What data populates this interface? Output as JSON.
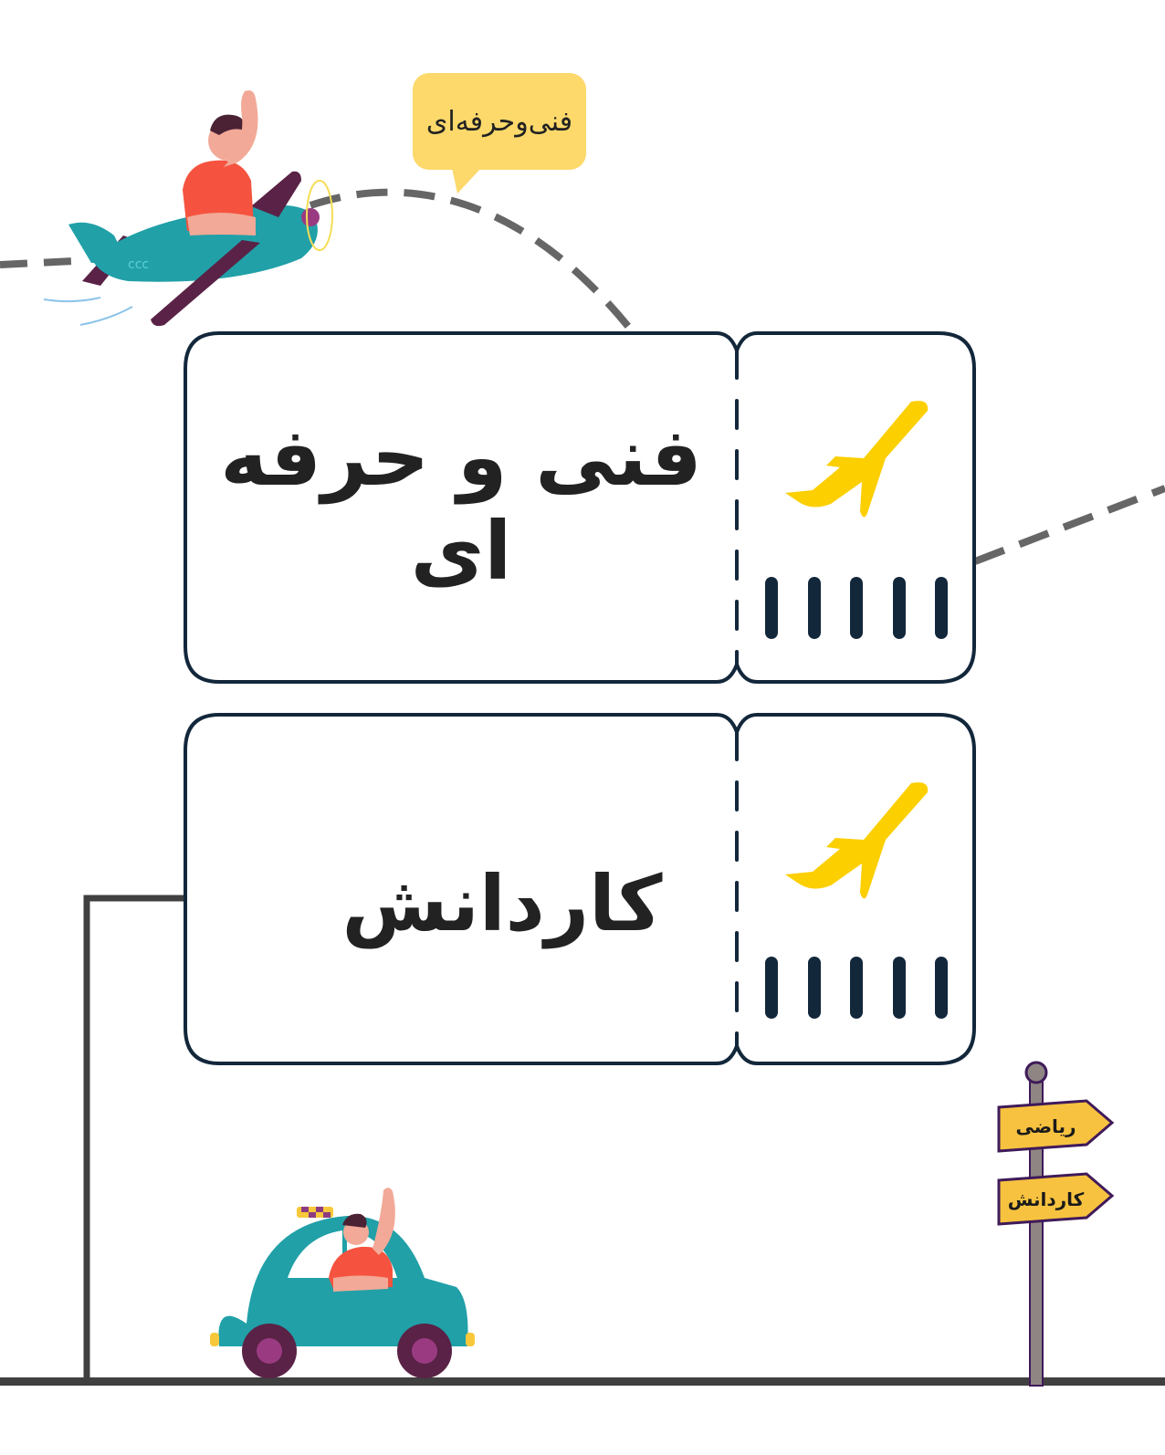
{
  "speech_bubble": {
    "text": "فنی‌وحرفه‌ای"
  },
  "tickets": [
    {
      "label": "فنی و حرفه ای",
      "icon": "airplane-takeoff-icon",
      "barcode_bars": 5
    },
    {
      "label": "کاردانش",
      "icon": "airplane-takeoff-icon",
      "barcode_bars": 5
    }
  ],
  "signpost": {
    "signs": [
      {
        "label": "ریاضی"
      },
      {
        "label": "کاردانش"
      }
    ]
  },
  "colors": {
    "ticket_outline": "#13273b",
    "plane_icon": "#fccf00",
    "bubble": "#fcd96a",
    "dashed_path": "#666666",
    "ground_line": "#404040",
    "car_body": "#21a0a8",
    "plane_body": "#21a0a8",
    "wing": "#5a2246",
    "shirt": "#f5533f",
    "skin": "#f2a997",
    "sign": "#f7c23f",
    "sign_border": "#3f1a5a",
    "pole": "#8f8684"
  }
}
